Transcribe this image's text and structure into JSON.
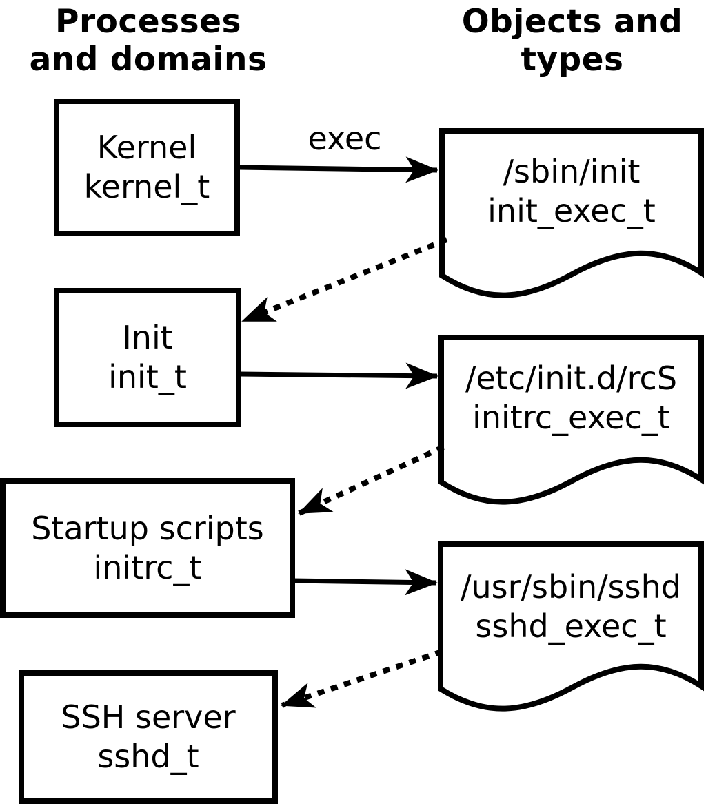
{
  "colors": {
    "ink": "#000000",
    "background": "#ffffff"
  },
  "headers": {
    "left": "Processes\nand domains",
    "right": "Objects and\ntypes"
  },
  "edge_labels": {
    "exec": "exec"
  },
  "processes": [
    {
      "label": "Kernel",
      "type": "kernel_t"
    },
    {
      "label": "Init",
      "type": "init_t"
    },
    {
      "label": "Startup scripts",
      "type": "initrc_t"
    },
    {
      "label": "SSH server",
      "type": "sshd_t"
    }
  ],
  "objects": [
    {
      "path": "/sbin/init",
      "type": "init_exec_t"
    },
    {
      "path": "/etc/init.d/rcS",
      "type": "initrc_exec_t"
    },
    {
      "path": "/usr/sbin/sshd",
      "type": "sshd_exec_t"
    }
  ]
}
